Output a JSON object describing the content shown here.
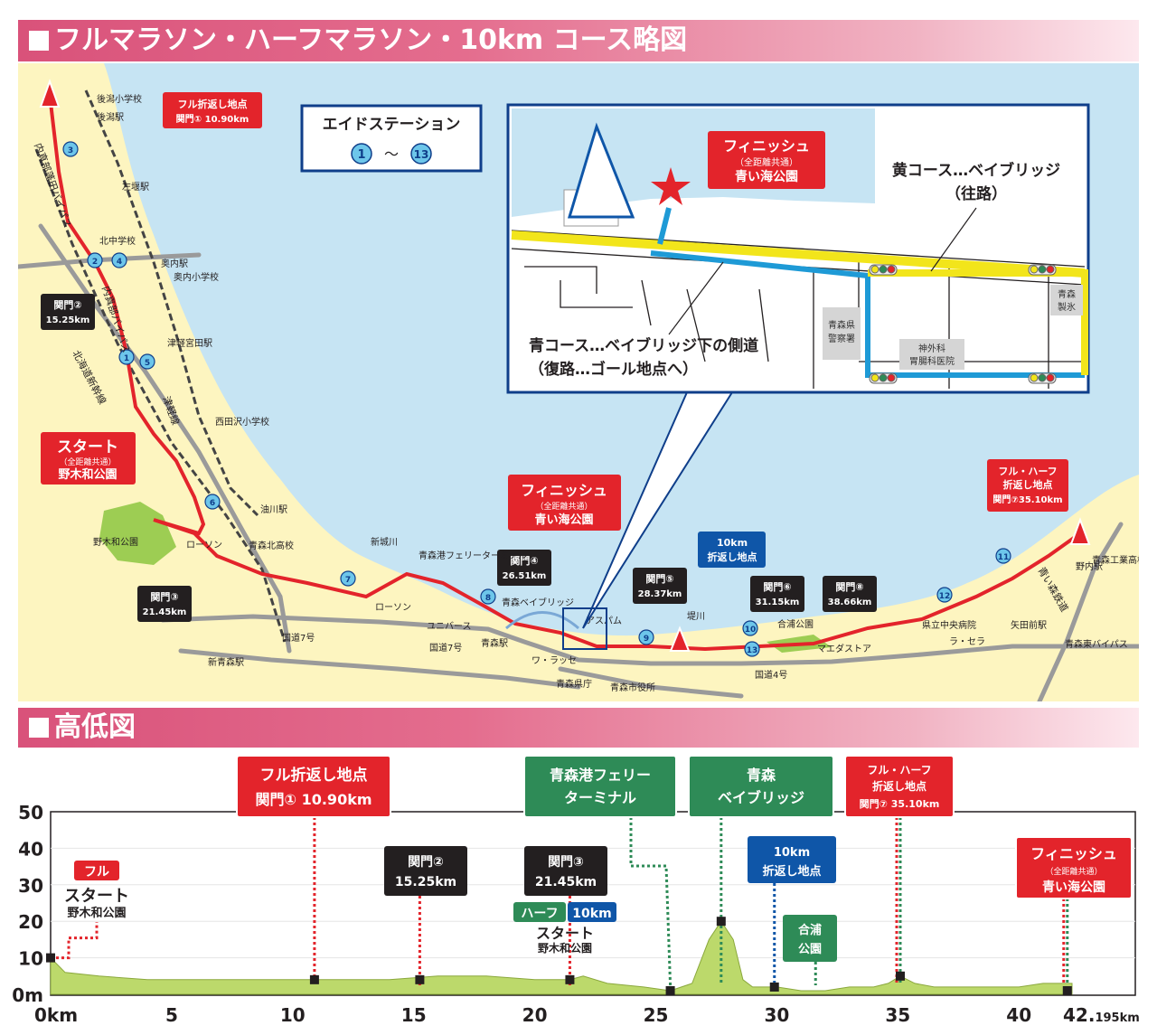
{
  "headers": {
    "course_title": "フルマラソン・ハーフマラソン・10km コース略図",
    "elevation_title": "高低図"
  },
  "aid_station": {
    "title": "エイドステーション",
    "from": "1",
    "tilde": "〜",
    "to": "13"
  },
  "map": {
    "stations": [
      "後潟駅",
      "左堰駅",
      "奥内駅",
      "津軽宮田駅",
      "油川駅",
      "新青森駅",
      "青森駅"
    ],
    "schools": [
      "後潟小学校",
      "北中学校",
      "奥内小学校",
      "西田沢小学校",
      "青森北高校",
      "青森工業高校"
    ],
    "places": [
      "野木和公園",
      "ローソン",
      "ローソン",
      "新城川",
      "青森港フェリーターミナル",
      "ユニバース",
      "青森ベイブリッジ",
      "アスパム",
      "ワ・ラッセ",
      "青森県庁",
      "青森市役所",
      "堤川",
      "合浦公園",
      "マエダストア",
      "県立中央病院",
      "ラ・セラ",
      "野内駅",
      "矢田前駅"
    ],
    "roads": [
      "内真部蓬田バイパス",
      "内真部バイパス",
      "北海道新幹線",
      "津軽線",
      "国道7号",
      "国道7号",
      "国道4号",
      "青森東バイパス",
      "青い森鉄道"
    ],
    "aid_numbers": [
      "1",
      "2",
      "3",
      "4",
      "5",
      "6",
      "7",
      "8",
      "9",
      "10",
      "11",
      "12",
      "13"
    ],
    "start": {
      "title": "スタート",
      "sub": "（全距離共通）",
      "place": "野木和公園"
    },
    "finish": {
      "title": "フィニッシュ",
      "sub": "（全距離共通）",
      "place": "青い海公園"
    },
    "full_turn": {
      "line1": "フル折返し地点",
      "line2": "関門① 10.90km"
    },
    "fullhalf_turn": {
      "line1": "フル・ハーフ",
      "line2": "折返し地点",
      "line3": "関門⑦35.10km"
    },
    "ten_km_turn": {
      "line1": "10km",
      "line2": "折返し地点"
    },
    "gates": [
      {
        "name": "関門②",
        "km": "15.25km"
      },
      {
        "name": "関門③",
        "km": "21.45km"
      },
      {
        "name": "関門④",
        "km": "26.51km"
      },
      {
        "name": "関門⑤",
        "km": "28.37km"
      },
      {
        "name": "関門⑥",
        "km": "31.15km"
      },
      {
        "name": "関門⑧",
        "km": "38.66km"
      }
    ]
  },
  "inset": {
    "finish_title": "フィニッシュ",
    "finish_sub": "（全距離共通）",
    "finish_place": "青い海公園",
    "yellow_line1": "黄コース…ベイブリッジ",
    "yellow_line2": "（往路）",
    "blue_line1": "青コース…ベイブリッジ下の側道",
    "blue_line2": "（復路…ゴール地点へ）",
    "police_line1": "青森県",
    "police_line2": "警察署",
    "hospital_line1": "神外科",
    "hospital_line2": "胃腸科医院",
    "ice_line1": "青森",
    "ice_line2": "製氷"
  },
  "elevation": {
    "y_ticks": [
      "50",
      "40",
      "30",
      "20",
      "10",
      "0m"
    ],
    "x_ticks": [
      "0km",
      "5",
      "10",
      "15",
      "20",
      "25",
      "30",
      "35",
      "40"
    ],
    "x_last_main": "42.",
    "x_last_small": "195km",
    "x_max": 42.195,
    "y_max": 50,
    "profile": [
      [
        0,
        10
      ],
      [
        0.6,
        6
      ],
      [
        2,
        5
      ],
      [
        4,
        4
      ],
      [
        6,
        4
      ],
      [
        8,
        4
      ],
      [
        10,
        4
      ],
      [
        12,
        4
      ],
      [
        14,
        4
      ],
      [
        16,
        5
      ],
      [
        18,
        5
      ],
      [
        20,
        4
      ],
      [
        21.45,
        4
      ],
      [
        22,
        5
      ],
      [
        23,
        3
      ],
      [
        24.5,
        2
      ],
      [
        25.6,
        1
      ],
      [
        26.5,
        3
      ],
      [
        27.2,
        15
      ],
      [
        27.7,
        20
      ],
      [
        28.2,
        15
      ],
      [
        28.6,
        4
      ],
      [
        29,
        2
      ],
      [
        30,
        2
      ],
      [
        31,
        1
      ],
      [
        32,
        1
      ],
      [
        33,
        2
      ],
      [
        34,
        2
      ],
      [
        34.6,
        3
      ],
      [
        35.1,
        5
      ],
      [
        35.7,
        3
      ],
      [
        36.5,
        2
      ],
      [
        38,
        2
      ],
      [
        40,
        2
      ],
      [
        41,
        3
      ],
      [
        42,
        3
      ],
      [
        42.195,
        3
      ]
    ],
    "full_label": "フル",
    "start_label": "スタート",
    "start_place": "野木和公園",
    "half_label": "ハーフ",
    "tenkm_label": "10km",
    "start2_label": "スタート",
    "start2_place": "野木和公園",
    "full_turn_line1": "フル折返し地点",
    "full_turn_line2": "関門① 10.90km",
    "gate2_name": "関門②",
    "gate2_km": "15.25km",
    "gate3_name": "関門③",
    "gate3_km": "21.45km",
    "ferry_line1": "青森港フェリー",
    "ferry_line2": "ターミナル",
    "bridge_line1": "青森",
    "bridge_line2": "ベイブリッジ",
    "tenkm_turn_line1": "10km",
    "tenkm_turn_line2": "折返し地点",
    "goura_line1": "合浦",
    "goura_line2": "公園",
    "fh_turn_line1": "フル・ハーフ",
    "fh_turn_line2": "折返し地点",
    "fh_turn_line3": "関門⑦ 35.10km",
    "finish_line1": "フィニッシュ",
    "finish_line2": "（全距離共通）",
    "finish_line3": "青い海公園"
  },
  "colors": {
    "sea": "#c6e4f3",
    "land": "#fdf5c0",
    "red": "#e3242b",
    "dark": "#231f20",
    "green": "#2e8b57",
    "blue": "#0f56a8",
    "profile_fill": "#bcd96b"
  }
}
